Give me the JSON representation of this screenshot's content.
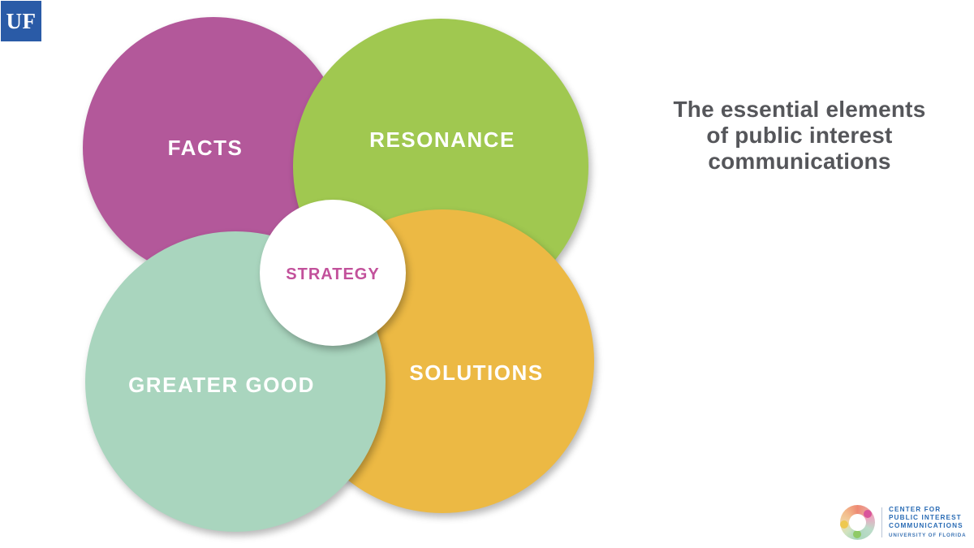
{
  "slide": {
    "background": "#ffffff",
    "title_color": "#55565a"
  },
  "uf_badge": {
    "text": "UF",
    "bg": "#2a5ba7",
    "fg": "#ffffff"
  },
  "title": {
    "text": "The essential elements of public interest communications",
    "lines": [
      "The essential elements",
      "of public interest",
      "communications"
    ]
  },
  "venn": {
    "circles": [
      {
        "id": "facts",
        "label": "FACTS",
        "color": "#b3589a",
        "text_color": "#ffffff"
      },
      {
        "id": "resonance",
        "label": "RESONANCE",
        "color": "#a0c850",
        "text_color": "#ffffff"
      },
      {
        "id": "solutions",
        "label": "SOLUTIONS",
        "color": "#ecb944",
        "text_color": "#ffffff"
      },
      {
        "id": "greater_good",
        "label": "GREATER GOOD",
        "color": "#a9d5be",
        "text_color": "#ffffff"
      },
      {
        "id": "strategy",
        "label": "STRATEGY",
        "color": "#ffffff",
        "text_color": "#c2519b"
      }
    ]
  },
  "footer_logo": {
    "org_lines": [
      "CENTER FOR",
      "PUBLIC INTEREST",
      "COMMUNICATIONS"
    ],
    "university": "UNIVERSITY OF FLORIDA",
    "text_color": "#2a6cb5",
    "university_color": "#3c74b5",
    "ring_colors": {
      "coral": "#ee8a74",
      "pink_blush": "#e9aac2",
      "mint": "#a9d6bb",
      "peach": "#f0d8a6"
    },
    "dot_colors": {
      "pink": "#d9549b",
      "green": "#8fca66",
      "yellow": "#eec84f"
    }
  }
}
